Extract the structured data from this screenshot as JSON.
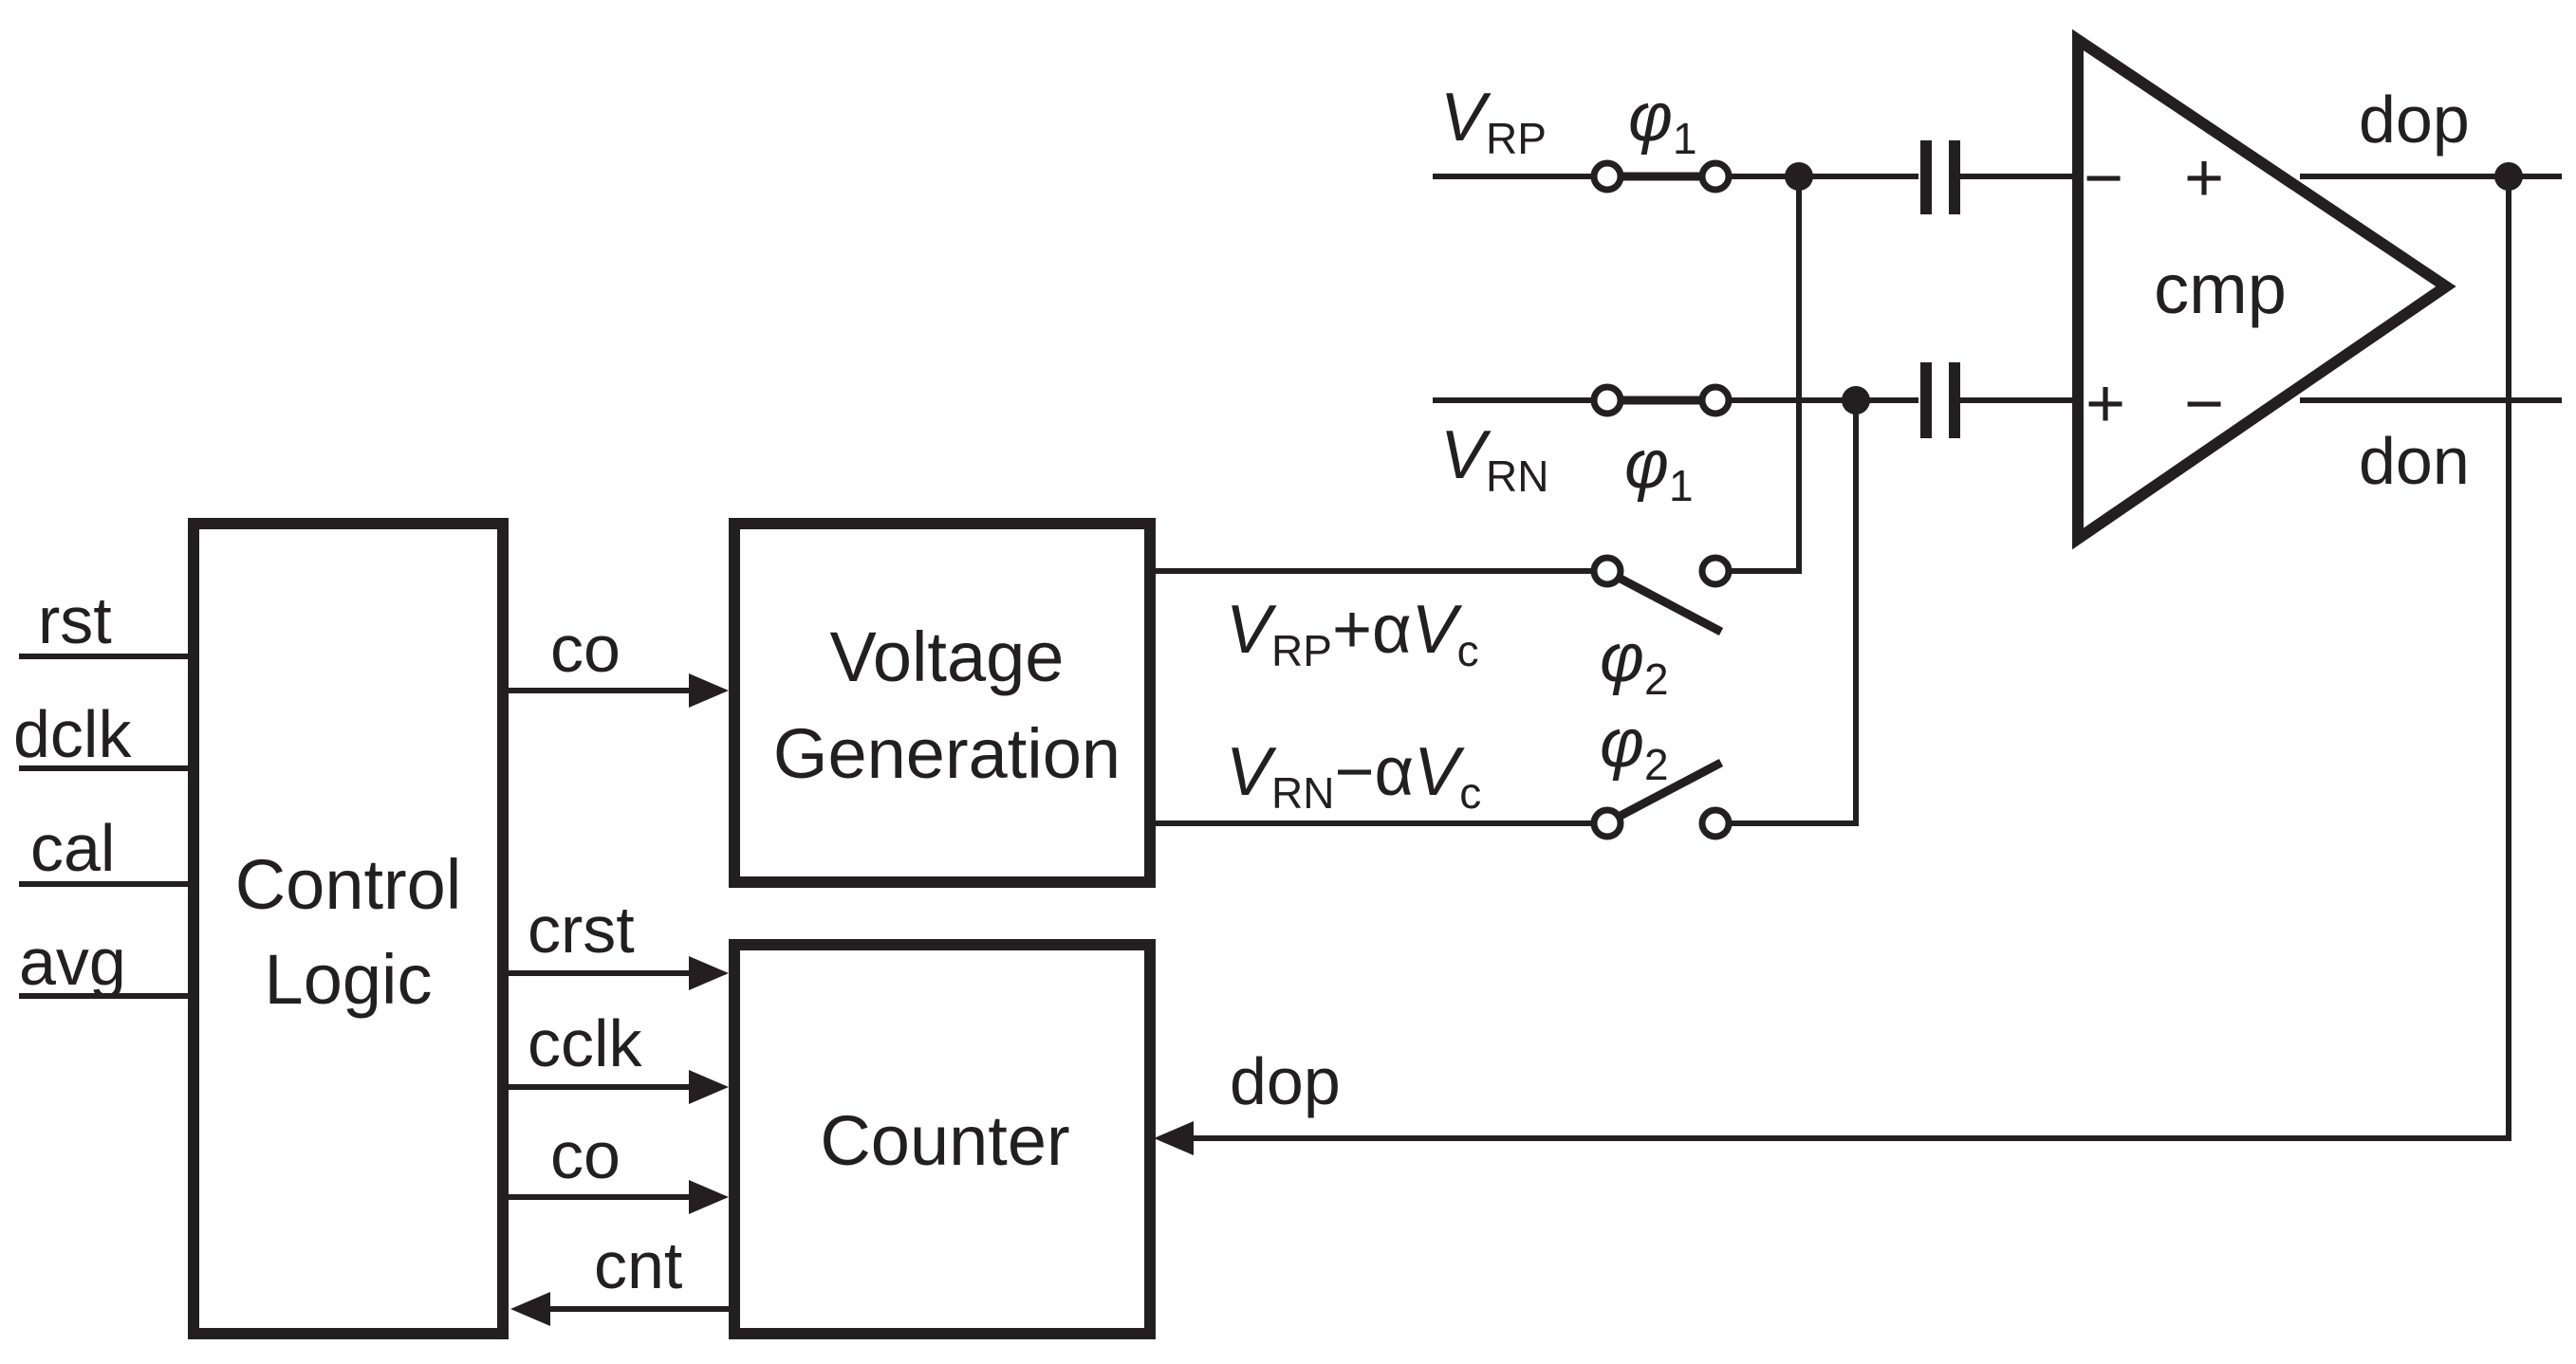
{
  "blocks": {
    "control_logic": [
      "Control",
      "Logic"
    ],
    "voltage_generation": [
      "Voltage",
      "Generation"
    ],
    "counter": "Counter",
    "comparator": "cmp"
  },
  "inputs": {
    "rst": "rst",
    "dclk": "dclk",
    "cal": "cal",
    "avg": "avg"
  },
  "signals": {
    "co_vg": "co",
    "crst": "crst",
    "cclk": "cclk",
    "co_cnt": "co",
    "cnt": "cnt",
    "dop_feedback": "dop",
    "dop_out": "dop",
    "don_out": "don"
  },
  "voltages": {
    "v": "V",
    "rp_sub": "RP",
    "rn_sub": "RN",
    "c_sub": "c",
    "plus_alpha": "+α",
    "minus_alpha": "−α"
  },
  "phases": {
    "phi": "φ",
    "one": "1",
    "two": "2"
  },
  "comparator_signs": {
    "top_minus": "−",
    "top_plus": "+",
    "bottom_plus": "+",
    "bottom_minus": "−"
  },
  "colors": {
    "ink": "#231f20",
    "background": "#ffffff"
  }
}
